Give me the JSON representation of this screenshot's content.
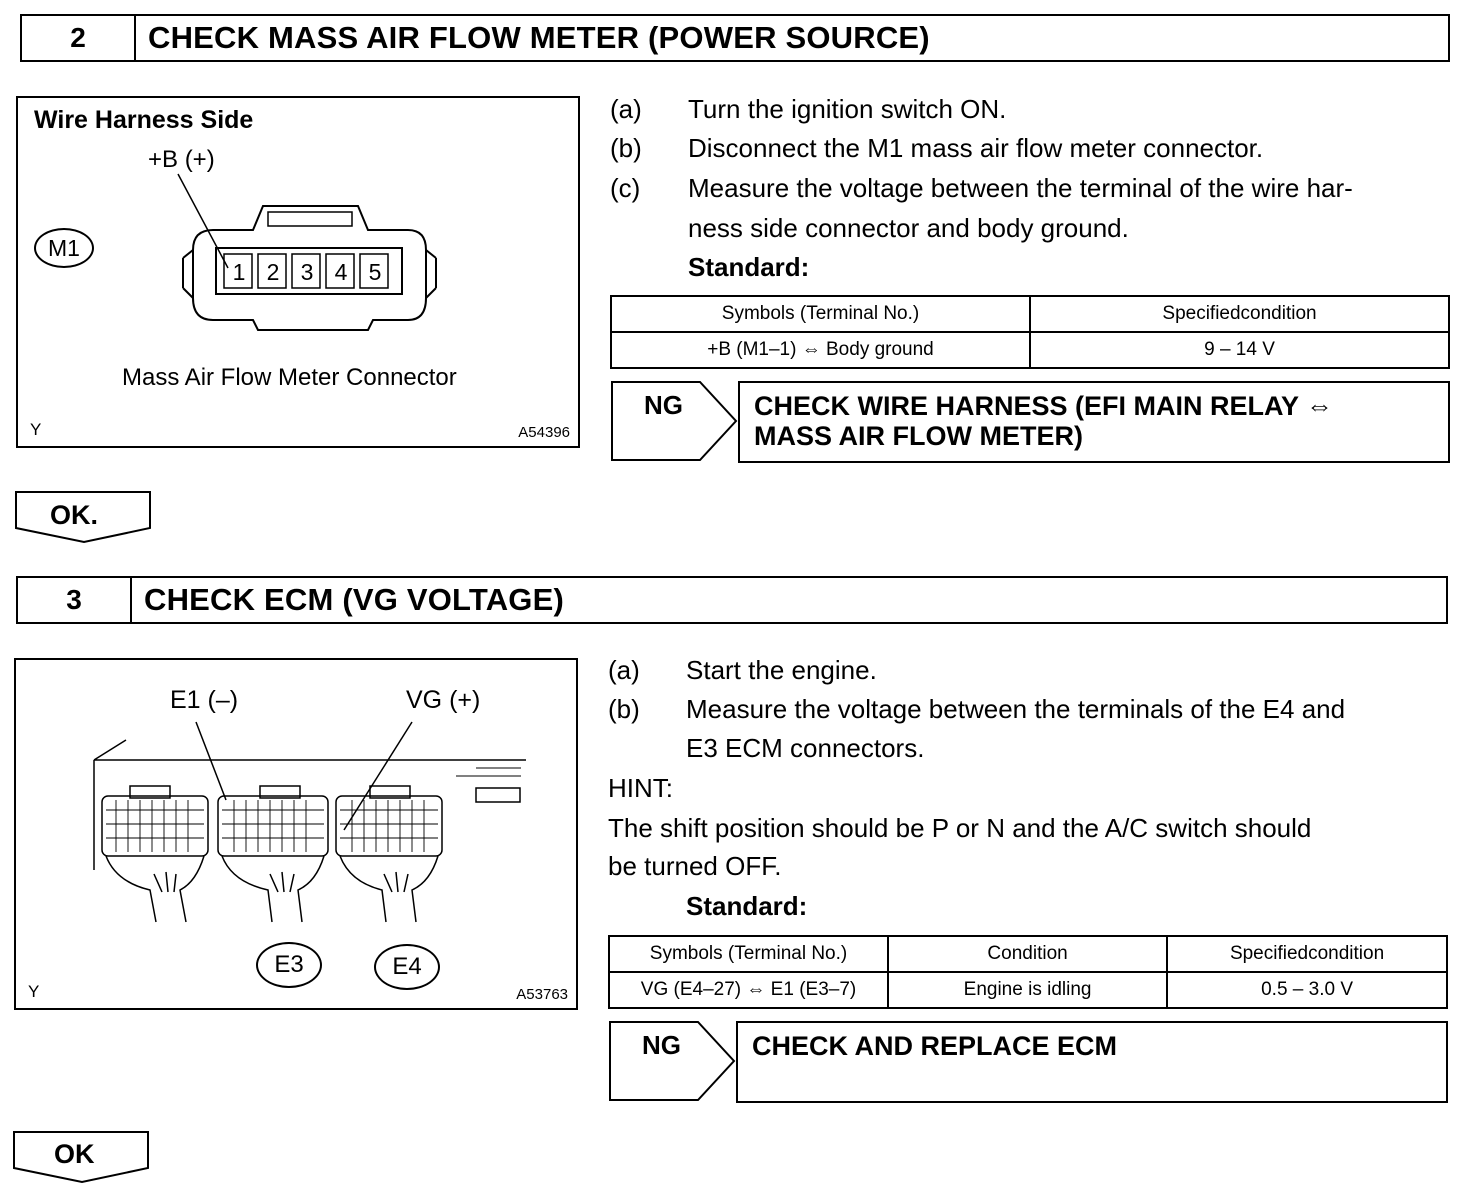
{
  "step2": {
    "number": "2",
    "title": "CHECK MASS AIR FLOW METER (POWER SOURCE)",
    "figure": {
      "heading": "Wire Harness Side",
      "terminal_label": "+B (+)",
      "connector_id": "M1",
      "pins": [
        "1",
        "2",
        "3",
        "4",
        "5"
      ],
      "caption": "Mass Air Flow Meter Connector",
      "corner_letter": "Y",
      "figure_code": "A54396"
    },
    "instructions": [
      {
        "label": "(a)",
        "text": "Turn the ignition switch ON."
      },
      {
        "label": "(b)",
        "text": "Disconnect the M1 mass air flow meter connector."
      },
      {
        "label": "(c)",
        "text": "Measure the voltage between the terminal of the wire har-"
      },
      {
        "label": "",
        "text": "ness side connector and body ground."
      }
    ],
    "standard_label": "Standard:",
    "table": {
      "headers": [
        "Symbols (Terminal No.)",
        "Specifiedcondition"
      ],
      "rows": [
        [
          "+B (M1–1) ⇔ Body ground",
          "9 – 14 V"
        ]
      ]
    },
    "ng_label": "NG",
    "ng_action_line1": "CHECK  WIRE  HARNESS  (EFI  MAIN  RELAY  ⇔",
    "ng_action_line2": "MASS AIR FLOW METER)",
    "ok_label": "OK."
  },
  "step3": {
    "number": "3",
    "title": "CHECK ECM (VG VOLTAGE)",
    "figure": {
      "label_e1": "E1 (–)",
      "label_vg": "VG (+)",
      "connector_e3": "E3",
      "connector_e4": "E4",
      "corner_letter": "Y",
      "figure_code": "A53763"
    },
    "instructions": [
      {
        "label": "(a)",
        "text": "Start the engine."
      },
      {
        "label": "(b)",
        "text": "Measure the voltage between the terminals of the E4 and"
      },
      {
        "label": "",
        "text": "E3 ECM connectors."
      }
    ],
    "hint_label": "HINT:",
    "hint_line1": "The shift position should be P or N and the A/C switch should",
    "hint_line2": "be turned OFF.",
    "standard_label": "Standard:",
    "table": {
      "headers": [
        "Symbols (Terminal No.)",
        "Condition",
        "Specifiedcondition"
      ],
      "rows": [
        [
          "VG (E4–27) ⇔ E1 (E3–7)",
          "Engine is idling",
          "0.5 – 3.0 V"
        ]
      ]
    },
    "ng_label": "NG",
    "ng_action": "CHECK AND REPLACE ECM",
    "ok_label": "OK"
  }
}
